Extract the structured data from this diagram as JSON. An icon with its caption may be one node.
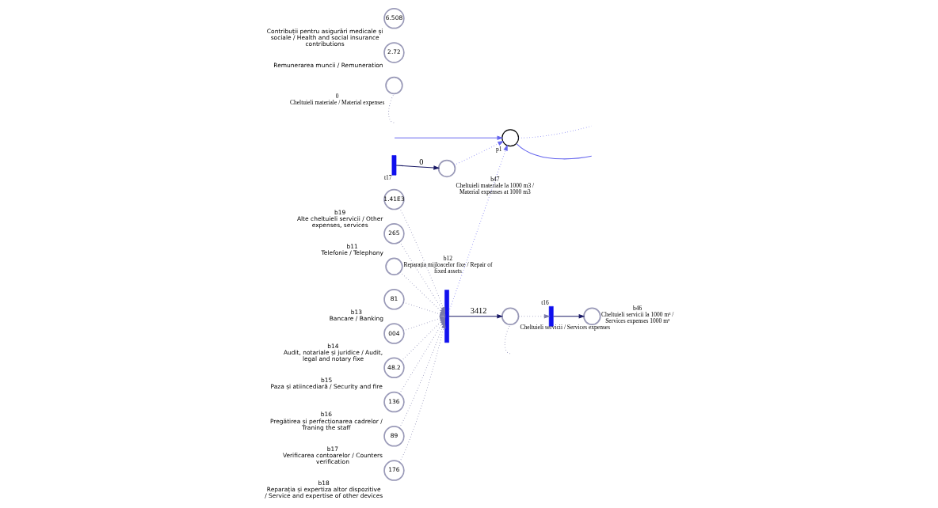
{
  "diagram": {
    "nodes": [
      {
        "text": [],
        "shape": "circle",
        "beside": [
          "p1"
        ]
      },
      {
        "text": [],
        "shape": "circle",
        "beside": [
          "b47",
          "Cheltuieli materiale la 1000 m3 / Material expenses at 1000 m3"
        ]
      },
      {
        "text": [],
        "shape": "bar",
        "beside": [
          "t17"
        ]
      },
      {
        "text": [],
        "shape": "circle",
        "beside": [
          "0",
          "Cheltuieli materiale / Material expenses"
        ]
      },
      {
        "text": [
          "265"
        ],
        "beside": [
          "b11",
          "Telefonie / Telephony"
        ]
      },
      {
        "text": [],
        "shape": "circle",
        "beside": [
          "b12",
          "Reparația mijloacelor fixe / Repair of fixed assets"
        ]
      },
      {
        "text": [
          "81"
        ],
        "beside": [
          "b13",
          "Bancare / Banking"
        ]
      },
      {
        "text": [
          "004"
        ],
        "beside": [
          "b14",
          "Audit, notariale și juridice / Audit, legal and notary fixe"
        ]
      },
      {
        "text": [
          "48.2"
        ],
        "beside": [
          "b15",
          "Paza și atiincediară / Security and fire"
        ]
      },
      {
        "text": [
          "136"
        ],
        "beside": [
          "b16",
          "Pregătirea și perfecționarea cadrelor / Traning the staff"
        ]
      },
      {
        "text": [
          "89"
        ],
        "beside": [
          "b17",
          "Verificarea contoarelor / Counters verification"
        ]
      },
      {
        "text": [
          "176"
        ],
        "beside": [
          "b18",
          "Reparația și expertiza altor dispozitive / Service and expertise of other devices"
        ]
      },
      {
        "text": [
          "1.41E3"
        ],
        "beside": [
          "b19",
          "Alte cheltuieli servicii / Other expenses, services"
        ]
      },
      {
        "text": [],
        "shape": "bar"
      },
      {
        "text": [],
        "shape": "circle",
        "beside": [
          "Cheltuieli servicii / Services expenses"
        ]
      },
      {
        "text": [],
        "shape": "bar",
        "beside": [
          "t16"
        ]
      },
      {
        "text": [],
        "shape": "circle",
        "beside": [
          "b46",
          "Cheltuieli servicii la 1000 m³ / Services expenses 1000 m³"
        ]
      },
      {
        "text": [
          "2.72"
        ],
        "beside": [
          "Remunerarea muncii / Remuneration"
        ]
      },
      {
        "text": [
          "6.508"
        ],
        "beside": [
          "Contribuții pentru asigurări medicale și sociale / Health and social insurance contributions"
        ]
      }
    ],
    "edges": [
      {
        "from": null,
        "to": 0,
        "arrow": "to",
        "color": "#6666ee"
      },
      {
        "from": 0,
        "to": null,
        "arrow": "none",
        "color": "#6666ee"
      },
      {
        "from": 0,
        "to": null,
        "arrow": "none",
        "style": "dashed",
        "color": "#6666ee"
      },
      {
        "from": 1,
        "to": 0,
        "arrow": "to",
        "style": "dashed",
        "color": "#6666ee"
      },
      {
        "from": 2,
        "to": 1,
        "arrow": "to",
        "label": "0",
        "color": "#1a1a66"
      },
      {
        "from": 3,
        "to": null,
        "arrow": "none",
        "style": "dashed"
      },
      {
        "from": 4,
        "to": 13,
        "arrow": "to",
        "style": "dashed"
      },
      {
        "from": 5,
        "to": 13,
        "arrow": "to",
        "style": "dashed"
      },
      {
        "from": 6,
        "to": 13,
        "arrow": "to",
        "style": "dashed"
      },
      {
        "from": 7,
        "to": 13,
        "arrow": "to",
        "style": "dashed"
      },
      {
        "from": 8,
        "to": 13,
        "arrow": "to",
        "style": "dashed"
      },
      {
        "from": 9,
        "to": 13,
        "arrow": "to",
        "style": "dashed"
      },
      {
        "from": 10,
        "to": 13,
        "arrow": "to",
        "style": "dashed"
      },
      {
        "from": 11,
        "to": 13,
        "arrow": "to",
        "style": "dashed"
      },
      {
        "from": 12,
        "to": 13,
        "arrow": "to",
        "style": "dashed"
      },
      {
        "from": 13,
        "to": 0,
        "arrow": "to",
        "style": "dashed",
        "color": "#6666ee"
      },
      {
        "from": 13,
        "to": 14,
        "arrow": "to",
        "label": "3412",
        "color": "#1a1a66"
      },
      {
        "from": 14,
        "to": 15,
        "arrow": "to",
        "style": "dashed"
      },
      {
        "from": 15,
        "to": 16,
        "arrow": "to",
        "color": "#1a1a66"
      },
      {
        "from": 14,
        "to": null,
        "arrow": "none",
        "style": "dashed"
      }
    ]
  }
}
